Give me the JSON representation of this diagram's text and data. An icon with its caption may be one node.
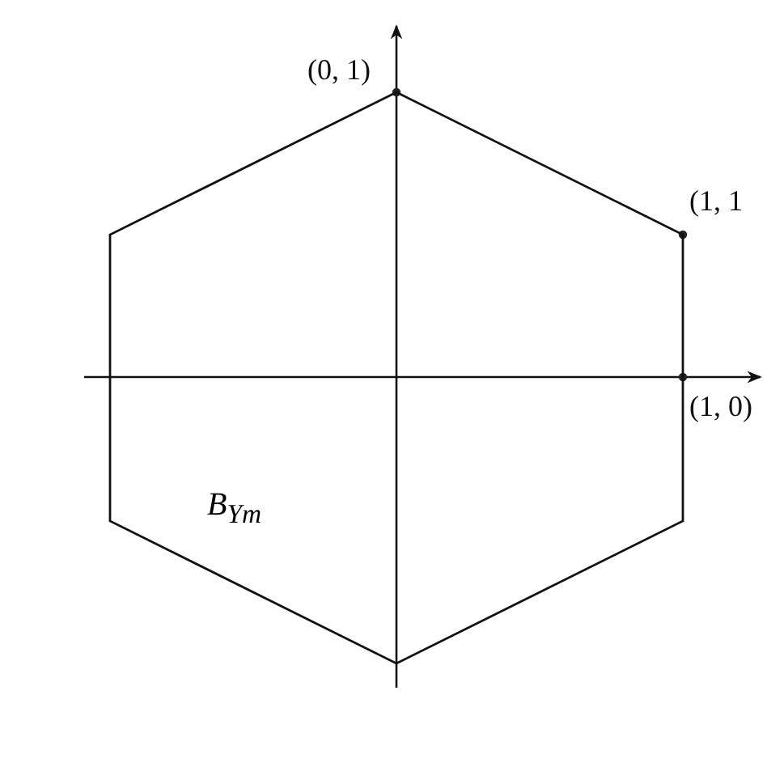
{
  "diagram": {
    "nodes": [
      {
        "text": [
          "B$_{Ym}$"
        ]
      }
    ],
    "labels": [
      "(0, 1)",
      "(1, 1",
      "(1, 0)"
    ]
  }
}
